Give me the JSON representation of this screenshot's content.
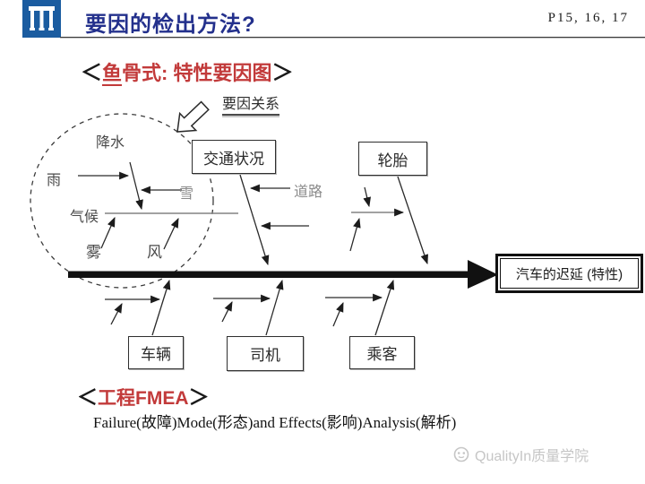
{
  "header": {
    "title": "要因的检出方法?",
    "page_ref": "P15, 16, 17"
  },
  "subtitle": {
    "open": "＜",
    "fish": "鱼",
    "rest": "骨式: 特性要因图",
    "close": "＞"
  },
  "pointer_label": "要因关系",
  "diagram": {
    "labels": {
      "precipitation": "降水",
      "rain": "雨",
      "snow": "雪",
      "climate": "气候",
      "fog": "雾",
      "wind": "风",
      "road": "道路"
    },
    "boxes": {
      "traffic": "交通状况",
      "tire": "轮胎",
      "vehicle": "车辆",
      "driver": "司机",
      "passenger": "乘客",
      "effect": "汽车的迟延 (特性)"
    }
  },
  "fmea": {
    "open": "＜",
    "title": "工程FMEA",
    "close": "＞",
    "definition": "Failure(故障)Mode(形态)and Effects(影响)Analysis(解析)"
  },
  "watermark": "QualityIn质量学院",
  "colors": {
    "accent_red": "#c23a3a",
    "title_blue": "#23308c",
    "logo_blue": "#1b5ca0",
    "line_gray": "#848484"
  }
}
